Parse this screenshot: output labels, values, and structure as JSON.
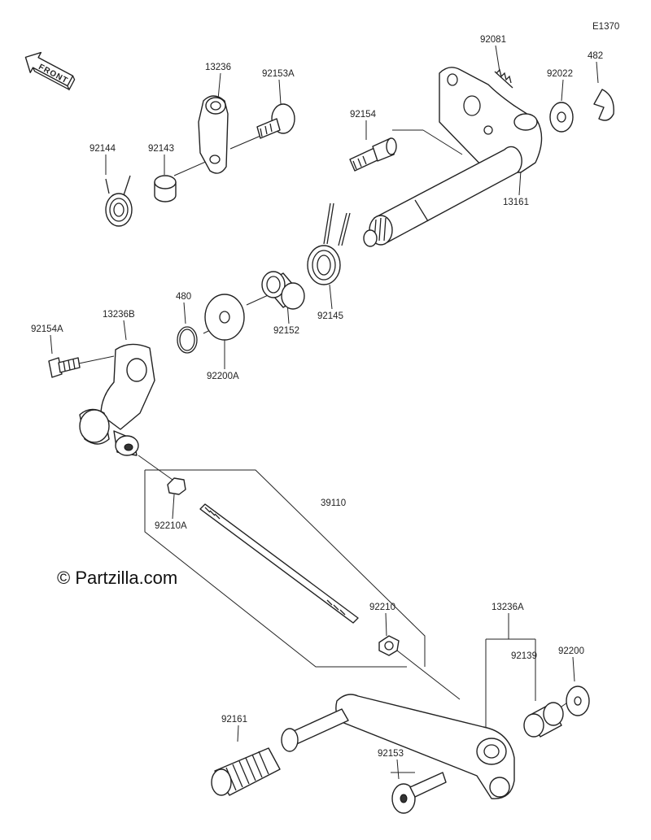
{
  "diagram_code": "E1370",
  "front_label": "FRONT",
  "watermark": "© Partzilla.com",
  "parts": {
    "p13236": "13236",
    "p92153A": "92153A",
    "p92144": "92144",
    "p92143": "92143",
    "p92081": "92081",
    "p482": "482",
    "p92022": "92022",
    "p92154": "92154",
    "p13161": "13161",
    "p92145": "92145",
    "p92152": "92152",
    "p480": "480",
    "p92200A": "92200A",
    "p13236B": "13236B",
    "p92154A": "92154A",
    "p92210A": "92210A",
    "p39110": "39110",
    "p92210": "92210",
    "p13236A": "13236A",
    "p92200": "92200",
    "p92139": "92139",
    "p92161": "92161",
    "p92153": "92153"
  }
}
